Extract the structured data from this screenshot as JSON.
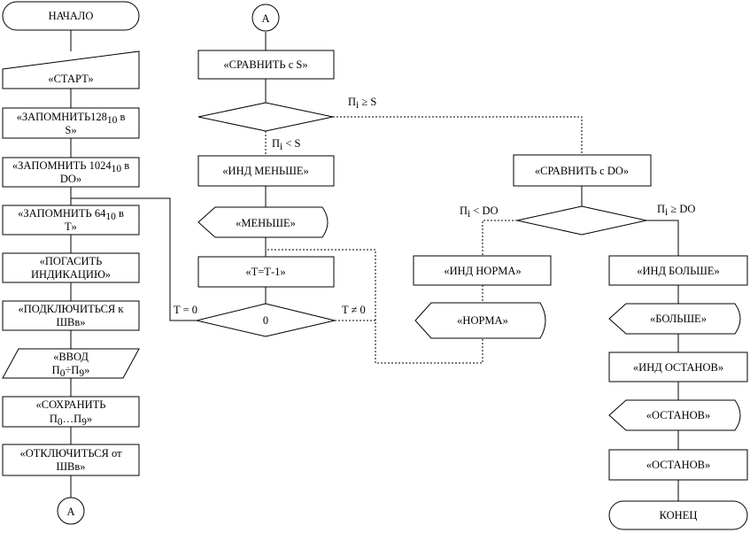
{
  "blocks": {
    "start": "НАЧАЛО",
    "start_cmd": "«СТАРТ»",
    "remember128_a": "«ЗАПОМНИТЬ128",
    "remember128_sub": "10",
    "remember128_b": " в",
    "remember128_c": "S»",
    "remember1024_a": "«ЗАПОМНИТЬ 1024",
    "remember1024_sub": "10",
    "remember1024_b": " в",
    "remember1024_c": "DO»",
    "remember64_a": "«ЗАПОМНИТЬ 64",
    "remember64_sub": "10",
    "remember64_b": " в",
    "remember64_c": "T»",
    "clear_a": "«ПОГАСИТЬ",
    "clear_b": "ИНДИКАЦИЮ»",
    "connect_a": "«ПОДКЛЮЧИТЬСЯ к",
    "connect_b": "ШВв»",
    "input_a": "«ВВОД",
    "input_b1": "П",
    "input_b1_sub": "0",
    "input_b2": "÷П",
    "input_b2_sub": "9",
    "input_b3": "»",
    "save_a": "«СОХРАНИТЬ",
    "save_b1": "П",
    "save_b1_sub": "0",
    "save_b2": "…П",
    "save_b2_sub": "9",
    "save_b3": "»",
    "disconnect_a": "«ОТКЛЮЧИТЬСЯ от",
    "disconnect_b": "ШВв»",
    "connector_a_bottom": "А",
    "connector_a_top": "А",
    "compare_s": "«СРАВНИТЬ с S»",
    "ind_less": "«ИНД МЕНЬШЕ»",
    "less": "«МЕНЬШЕ»",
    "t_dec": "«Т=Т-1»",
    "t_check": "0",
    "compare_do": "«СРАВНИТЬ с DO»",
    "ind_norm": "«ИНД НОРМА»",
    "norm": "«НОРМА»",
    "ind_more": "«ИНД БОЛЬШЕ»",
    "more": "«БОЛЬШЕ»",
    "ind_stop": "«ИНД ОСТАНОВ»",
    "stop_disp": "«ОСТАНОВ»",
    "stop": "«ОСТАНОВ»",
    "end": "КОНЕЦ"
  },
  "edge_labels": {
    "pi_ge_s": {
      "p": "П",
      "sub": "i",
      "rest": " ≥ S"
    },
    "pi_lt_s": {
      "p": "П",
      "sub": "i",
      "rest": " < S"
    },
    "pi_lt_do": {
      "p": "П",
      "sub": "i",
      "rest": " < DO"
    },
    "pi_ge_do": {
      "p": "П",
      "sub": "i",
      "rest": " ≥ DO"
    },
    "t_eq_0": "T = 0",
    "t_ne_0": "T ≠ 0"
  }
}
